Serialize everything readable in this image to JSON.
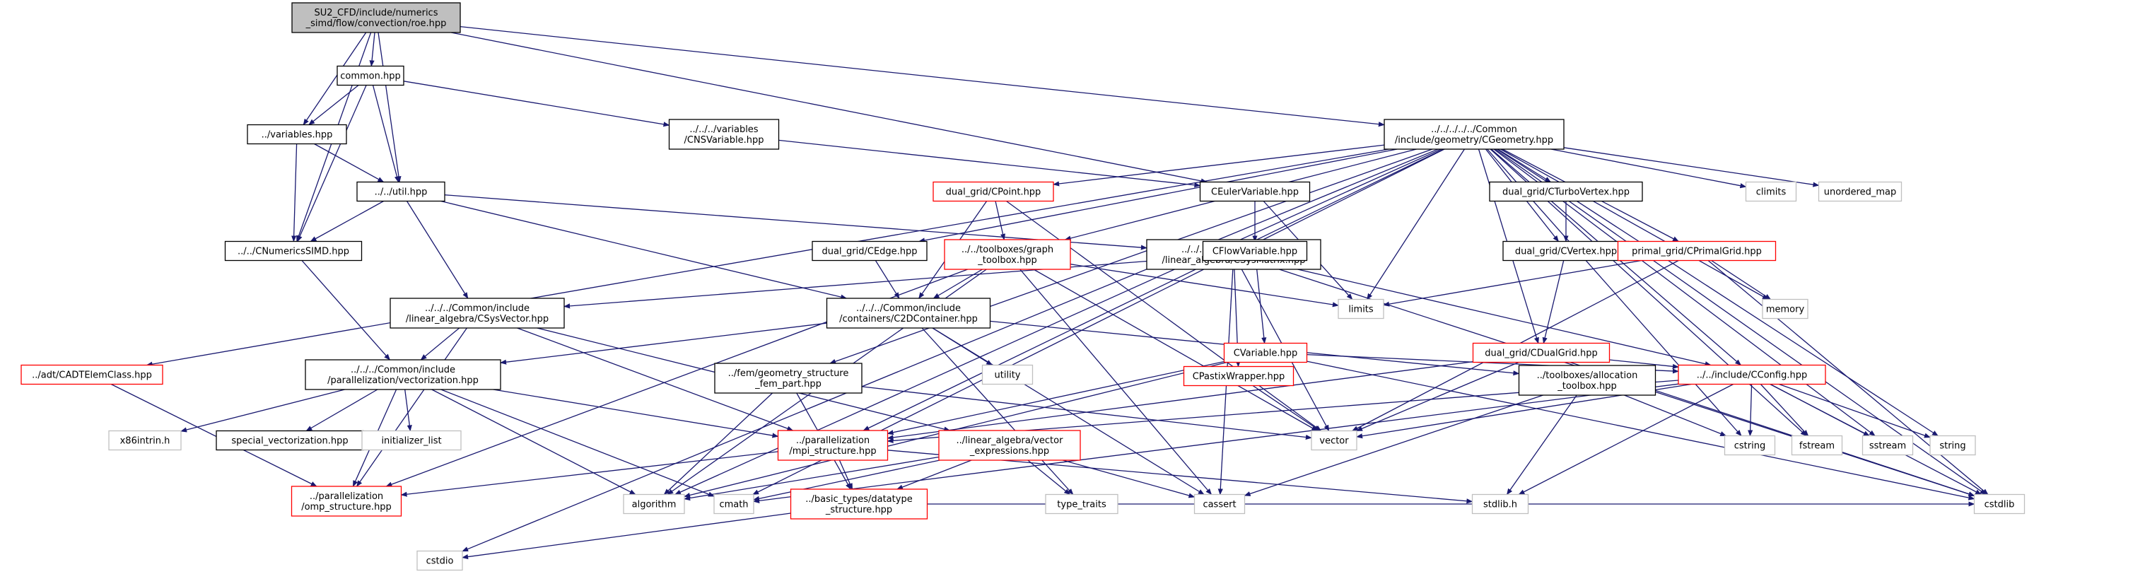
{
  "colors": {
    "edge": "#191970",
    "root_fill": "#bfbfbf",
    "border_black": "#000000",
    "border_red": "#ff0000",
    "border_gray": "#bfbfbf",
    "text": "#000000"
  },
  "nodes": [
    {
      "id": "roe",
      "label": [
        "SU2_CFD/include/numerics",
        "_simd/flow/convection/roe.hpp"
      ],
      "style": "root"
    },
    {
      "id": "common",
      "label": [
        "common.hpp"
      ],
      "style": "black"
    },
    {
      "id": "variables",
      "label": [
        "../variables.hpp"
      ],
      "style": "black"
    },
    {
      "id": "cnsvar",
      "label": [
        "../../../variables",
        "/CNSVariable.hpp"
      ],
      "style": "black"
    },
    {
      "id": "util",
      "label": [
        "../../util.hpp"
      ],
      "style": "black"
    },
    {
      "id": "cnumsimd",
      "label": [
        "../../CNumericsSIMD.hpp"
      ],
      "style": "black"
    },
    {
      "id": "cgeom",
      "label": [
        "../../../../../Common",
        "/include/geometry/CGeometry.hpp"
      ],
      "style": "black"
    },
    {
      "id": "ceuler",
      "label": [
        "CEulerVariable.hpp"
      ],
      "style": "black"
    },
    {
      "id": "cpoint",
      "label": [
        "dual_grid/CPoint.hpp"
      ],
      "style": "red"
    },
    {
      "id": "cedge",
      "label": [
        "dual_grid/CEdge.hpp"
      ],
      "style": "black"
    },
    {
      "id": "graphtb",
      "label": [
        "../../toolboxes/graph",
        "_toolbox.hpp"
      ],
      "style": "red"
    },
    {
      "id": "csysmatrix",
      "label": [
        "../../../Common/include",
        "/linear_algebra/CSysMatrix.hpp"
      ],
      "style": "black"
    },
    {
      "id": "cflow",
      "label": [
        "CFlowVariable.hpp"
      ],
      "style": "black"
    },
    {
      "id": "cturbovertex",
      "label": [
        "dual_grid/CTurboVertex.hpp"
      ],
      "style": "black"
    },
    {
      "id": "cvertex",
      "label": [
        "dual_grid/CVertex.hpp"
      ],
      "style": "black"
    },
    {
      "id": "cprimal",
      "label": [
        "primal_grid/CPrimalGrid.hpp"
      ],
      "style": "red"
    },
    {
      "id": "climits",
      "label": [
        "climits"
      ],
      "style": "gray"
    },
    {
      "id": "unordered",
      "label": [
        "unordered_map"
      ],
      "style": "gray"
    },
    {
      "id": "memory",
      "label": [
        "memory"
      ],
      "style": "gray"
    },
    {
      "id": "limits",
      "label": [
        "limits"
      ],
      "style": "gray"
    },
    {
      "id": "csysvector",
      "label": [
        "../../../Common/include",
        "/linear_algebra/CSysVector.hpp"
      ],
      "style": "black"
    },
    {
      "id": "c2d",
      "label": [
        "../../../Common/include",
        "/containers/C2DContainer.hpp"
      ],
      "style": "black"
    },
    {
      "id": "cvariable",
      "label": [
        "CVariable.hpp"
      ],
      "style": "red"
    },
    {
      "id": "cdualgrid",
      "label": [
        "dual_grid/CDualGrid.hpp"
      ],
      "style": "red"
    },
    {
      "id": "cadt",
      "label": [
        "../adt/CADTElemClass.hpp"
      ],
      "style": "red"
    },
    {
      "id": "vectorization",
      "label": [
        "../../../Common/include",
        "/parallelization/vectorization.hpp"
      ],
      "style": "black"
    },
    {
      "id": "utility",
      "label": [
        "utility"
      ],
      "style": "gray"
    },
    {
      "id": "fem",
      "label": [
        "../fem/geometry_structure",
        "_fem_part.hpp"
      ],
      "style": "black"
    },
    {
      "id": "cpastix",
      "label": [
        "CPastixWrapper.hpp"
      ],
      "style": "red"
    },
    {
      "id": "alloc",
      "label": [
        "../toolboxes/allocation",
        "_toolbox.hpp"
      ],
      "style": "black"
    },
    {
      "id": "cconfig",
      "label": [
        "../../include/CConfig.hpp"
      ],
      "style": "red"
    },
    {
      "id": "x86",
      "label": [
        "x86intrin.h"
      ],
      "style": "gray"
    },
    {
      "id": "specialvec",
      "label": [
        "special_vectorization.hpp"
      ],
      "style": "black"
    },
    {
      "id": "initlist",
      "label": [
        "initializer_list"
      ],
      "style": "gray"
    },
    {
      "id": "mpi",
      "label": [
        "../parallelization",
        "/mpi_structure.hpp"
      ],
      "style": "red"
    },
    {
      "id": "linalgvec",
      "label": [
        "../linear_algebra/vector",
        "_expressions.hpp"
      ],
      "style": "red"
    },
    {
      "id": "vector",
      "label": [
        "vector"
      ],
      "style": "gray"
    },
    {
      "id": "cstring",
      "label": [
        "cstring"
      ],
      "style": "gray"
    },
    {
      "id": "fstream",
      "label": [
        "fstream"
      ],
      "style": "gray"
    },
    {
      "id": "sstream",
      "label": [
        "sstream"
      ],
      "style": "gray"
    },
    {
      "id": "string",
      "label": [
        "string"
      ],
      "style": "gray"
    },
    {
      "id": "omp",
      "label": [
        "../parallelization",
        "/omp_structure.hpp"
      ],
      "style": "red"
    },
    {
      "id": "algorithm",
      "label": [
        "algorithm"
      ],
      "style": "gray"
    },
    {
      "id": "cmath",
      "label": [
        "cmath"
      ],
      "style": "gray"
    },
    {
      "id": "datatype",
      "label": [
        "../basic_types/datatype",
        "_structure.hpp"
      ],
      "style": "red"
    },
    {
      "id": "typetraits",
      "label": [
        "type_traits"
      ],
      "style": "gray"
    },
    {
      "id": "cassert",
      "label": [
        "cassert"
      ],
      "style": "gray"
    },
    {
      "id": "stdlib",
      "label": [
        "stdlib.h"
      ],
      "style": "gray"
    },
    {
      "id": "cstdlib",
      "label": [
        "cstdlib"
      ],
      "style": "gray"
    },
    {
      "id": "cstdio",
      "label": [
        "cstdio"
      ],
      "style": "gray"
    }
  ],
  "edges": [
    [
      "roe",
      "common"
    ],
    [
      "roe",
      "variables"
    ],
    [
      "roe",
      "util"
    ],
    [
      "roe",
      "cnumsimd"
    ],
    [
      "roe",
      "cgeom"
    ],
    [
      "roe",
      "ceuler"
    ],
    [
      "common",
      "variables"
    ],
    [
      "common",
      "util"
    ],
    [
      "common",
      "cnumsimd"
    ],
    [
      "common",
      "cnsvar"
    ],
    [
      "variables",
      "util"
    ],
    [
      "variables",
      "cnumsimd"
    ],
    [
      "cnsvar",
      "ceuler"
    ],
    [
      "util",
      "cnumsimd"
    ],
    [
      "util",
      "csysmatrix"
    ],
    [
      "util",
      "csysvector"
    ],
    [
      "util",
      "c2d"
    ],
    [
      "cnumsimd",
      "vectorization"
    ],
    [
      "cgeom",
      "cpoint"
    ],
    [
      "cgeom",
      "cedge"
    ],
    [
      "cgeom",
      "graphtb"
    ],
    [
      "cgeom",
      "cturbovertex"
    ],
    [
      "cgeom",
      "cvertex"
    ],
    [
      "cgeom",
      "cprimal"
    ],
    [
      "cgeom",
      "climits"
    ],
    [
      "cgeom",
      "unordered"
    ],
    [
      "cgeom",
      "memory"
    ],
    [
      "cgeom",
      "limits"
    ],
    [
      "cgeom",
      "cdualgrid"
    ],
    [
      "cgeom",
      "cconfig"
    ],
    [
      "cgeom",
      "cadt"
    ],
    [
      "cgeom",
      "fem"
    ],
    [
      "cgeom",
      "mpi"
    ],
    [
      "cgeom",
      "algorithm"
    ],
    [
      "cgeom",
      "cmath"
    ],
    [
      "cgeom",
      "cstring"
    ],
    [
      "cgeom",
      "fstream"
    ],
    [
      "cgeom",
      "sstream"
    ],
    [
      "cgeom",
      "string"
    ],
    [
      "cgeom",
      "cstdio"
    ],
    [
      "cgeom",
      "cstdlib"
    ],
    [
      "ceuler",
      "cflow"
    ],
    [
      "ceuler",
      "limits"
    ],
    [
      "cflow",
      "cvariable"
    ],
    [
      "cpoint",
      "graphtb"
    ],
    [
      "cpoint",
      "c2d"
    ],
    [
      "cpoint",
      "vector"
    ],
    [
      "cedge",
      "c2d"
    ],
    [
      "graphtb",
      "limits"
    ],
    [
      "graphtb",
      "c2d"
    ],
    [
      "graphtb",
      "omp"
    ],
    [
      "graphtb",
      "algorithm"
    ],
    [
      "graphtb",
      "vector"
    ],
    [
      "graphtb",
      "cassert"
    ],
    [
      "csysmatrix",
      "csysvector"
    ],
    [
      "csysmatrix",
      "cpastix"
    ],
    [
      "csysmatrix",
      "cconfig"
    ],
    [
      "csysmatrix",
      "vector"
    ],
    [
      "csysmatrix",
      "cassert"
    ],
    [
      "csysmatrix",
      "cstdlib"
    ],
    [
      "cturbovertex",
      "cvertex"
    ],
    [
      "cvertex",
      "cdualgrid"
    ],
    [
      "cprimal",
      "limits"
    ],
    [
      "cprimal",
      "memory"
    ],
    [
      "cprimal",
      "vector"
    ],
    [
      "cprimal",
      "cstdlib"
    ],
    [
      "csysvector",
      "vectorization"
    ],
    [
      "csysvector",
      "omp"
    ],
    [
      "csysvector",
      "mpi"
    ],
    [
      "csysvector",
      "linalgvec"
    ],
    [
      "c2d",
      "vectorization"
    ],
    [
      "c2d",
      "utility"
    ],
    [
      "c2d",
      "alloc"
    ],
    [
      "c2d",
      "cassert"
    ],
    [
      "c2d",
      "typetraits"
    ],
    [
      "cvariable",
      "cconfig"
    ],
    [
      "cvariable",
      "mpi"
    ],
    [
      "cvariable",
      "algorithm"
    ],
    [
      "cvariable",
      "cstdlib"
    ],
    [
      "cdualgrid",
      "cconfig"
    ],
    [
      "cdualgrid",
      "mpi"
    ],
    [
      "cdualgrid",
      "vector"
    ],
    [
      "cdualgrid",
      "cstdlib"
    ],
    [
      "cadt",
      "omp"
    ],
    [
      "vectorization",
      "x86"
    ],
    [
      "vectorization",
      "specialvec"
    ],
    [
      "vectorization",
      "initlist"
    ],
    [
      "vectorization",
      "omp"
    ],
    [
      "vectorization",
      "mpi"
    ],
    [
      "vectorization",
      "algorithm"
    ],
    [
      "vectorization",
      "cmath"
    ],
    [
      "fem",
      "datatype"
    ],
    [
      "fem",
      "algorithm"
    ],
    [
      "fem",
      "vector"
    ],
    [
      "cpastix",
      "vector"
    ],
    [
      "alloc",
      "cstring"
    ],
    [
      "alloc",
      "stdlib"
    ],
    [
      "alloc",
      "cassert"
    ],
    [
      "cconfig",
      "mpi"
    ],
    [
      "cconfig",
      "cstring"
    ],
    [
      "cconfig",
      "fstream"
    ],
    [
      "cconfig",
      "sstream"
    ],
    [
      "cconfig",
      "string"
    ],
    [
      "cconfig",
      "vector"
    ],
    [
      "cconfig",
      "stdlib"
    ],
    [
      "cconfig",
      "cstdlib"
    ],
    [
      "cconfig",
      "cmath"
    ],
    [
      "mpi",
      "omp"
    ],
    [
      "mpi",
      "datatype"
    ],
    [
      "mpi",
      "stdlib"
    ],
    [
      "linalgvec",
      "datatype"
    ],
    [
      "linalgvec",
      "typetraits"
    ],
    [
      "linalgvec",
      "cmath"
    ],
    [
      "linalgvec",
      "cassert"
    ],
    [
      "linalgvec",
      "algorithm"
    ],
    [
      "datatype",
      "cstdio"
    ],
    [
      "datatype",
      "cstdlib"
    ]
  ]
}
